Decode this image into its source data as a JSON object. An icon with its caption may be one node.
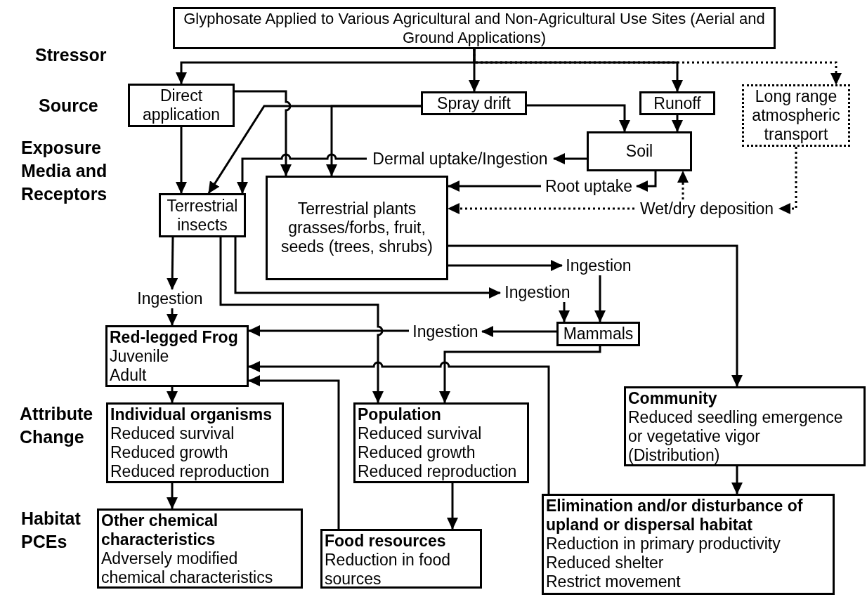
{
  "diagram": {
    "nodes": [
      {
        "text": [
          "Glyphosate Applied to Various Agricultural and Non-Agricultural Use Sites (Aerial and Ground Applications)"
        ]
      },
      {
        "text": [
          "Direct application"
        ]
      },
      {
        "text": [
          "Spray drift"
        ]
      },
      {
        "text": [
          "Runoff"
        ]
      },
      {
        "text": [
          "Long range atmospheric transport"
        ]
      },
      {
        "text": [
          "Soil"
        ]
      },
      {
        "text": [
          "Dermal uptake/Ingestion"
        ]
      },
      {
        "text": [
          "Root uptake"
        ]
      },
      {
        "text": [
          "Wet/dry deposition"
        ]
      },
      {
        "text": [
          "Terrestrial insects"
        ]
      },
      {
        "text": [
          "Terrestrial plants",
          "grasses/forbs, fruit, seeds (trees, shrubs)"
        ]
      },
      {
        "text": [
          "Ingestion"
        ]
      },
      {
        "text": [
          "Ingestion"
        ]
      },
      {
        "text": [
          "Ingestion"
        ]
      },
      {
        "text": [
          "Mammals"
        ]
      },
      {
        "text": [
          "Ingestion"
        ]
      },
      {
        "text": [
          "Red-legged Frog",
          "Juvenile",
          "Adult"
        ]
      },
      {
        "text": [
          "Individual organisms",
          "Reduced survival",
          "Reduced growth",
          "Reduced reproduction"
        ]
      },
      {
        "text": [
          "Population",
          "Reduced survival",
          "Reduced growth",
          "Reduced reproduction"
        ]
      },
      {
        "text": [
          "Community",
          "Reduced seedling emergence or vegetative vigor",
          "(Distribution)"
        ]
      },
      {
        "text": [
          "Other chemical characteristics",
          "Adversely modified chemical characteristics"
        ]
      },
      {
        "text": [
          "Food resources",
          "Reduction in food sources"
        ]
      },
      {
        "text": [
          "Elimination and/or disturbance of upland or dispersal habitat",
          "Reduction in primary productivity",
          "Reduced shelter",
          "Restrict movement"
        ]
      }
    ],
    "edges": [
      {
        "from": 0,
        "to": 1,
        "arrow": "to"
      },
      {
        "from": 0,
        "to": 2,
        "arrow": "to"
      },
      {
        "from": 0,
        "to": 3,
        "arrow": "to"
      },
      {
        "from": 0,
        "to": 4,
        "arrow": "to",
        "style": "dashed"
      },
      {
        "from": 1,
        "to": 9,
        "arrow": "to"
      },
      {
        "from": 1,
        "to": 10,
        "arrow": "to"
      },
      {
        "from": 2,
        "to": 9,
        "arrow": "to"
      },
      {
        "from": 2,
        "to": 10,
        "arrow": "to"
      },
      {
        "from": 2,
        "to": 5,
        "arrow": "to"
      },
      {
        "from": 3,
        "to": 5,
        "arrow": "to"
      },
      {
        "from": 5,
        "to": 6,
        "arrow": "to"
      },
      {
        "from": 6,
        "to": 9,
        "arrow": "to"
      },
      {
        "from": 5,
        "to": 7,
        "arrow": "to"
      },
      {
        "from": 7,
        "to": 10,
        "arrow": "to"
      },
      {
        "from": 4,
        "to": 8,
        "arrow": "to",
        "style": "dashed"
      },
      {
        "from": 8,
        "to": 10,
        "arrow": "to",
        "style": "dashed"
      },
      {
        "from": 8,
        "to": 5,
        "arrow": "to",
        "style": "dashed"
      },
      {
        "from": 9,
        "to": 13,
        "arrow": "to"
      },
      {
        "from": 13,
        "to": 16,
        "arrow": "to"
      },
      {
        "from": 9,
        "to": 12,
        "arrow": "to"
      },
      {
        "from": 9,
        "to": 18,
        "arrow": "to"
      },
      {
        "from": 10,
        "to": 11,
        "arrow": "to"
      },
      {
        "from": 10,
        "to": 19,
        "arrow": "to"
      },
      {
        "from": 11,
        "to": 14,
        "arrow": "to"
      },
      {
        "from": 12,
        "to": 14,
        "arrow": "to"
      },
      {
        "from": 14,
        "to": 15,
        "arrow": "to"
      },
      {
        "from": 15,
        "to": 16,
        "arrow": "to"
      },
      {
        "from": 14,
        "to": 18,
        "arrow": "to"
      },
      {
        "from": 22,
        "to": 16,
        "arrow": "to"
      },
      {
        "from": 21,
        "to": 16,
        "arrow": "to"
      },
      {
        "from": 16,
        "to": 17,
        "arrow": "to"
      },
      {
        "from": 17,
        "to": 20,
        "arrow": "to"
      },
      {
        "from": 18,
        "to": 21,
        "arrow": "to"
      },
      {
        "from": 19,
        "to": 22,
        "arrow": "to"
      }
    ],
    "labels": [
      "Stressor",
      "Source",
      "Exposure Media and Receptors",
      "Attribute Change",
      "Habitat PCEs"
    ]
  }
}
